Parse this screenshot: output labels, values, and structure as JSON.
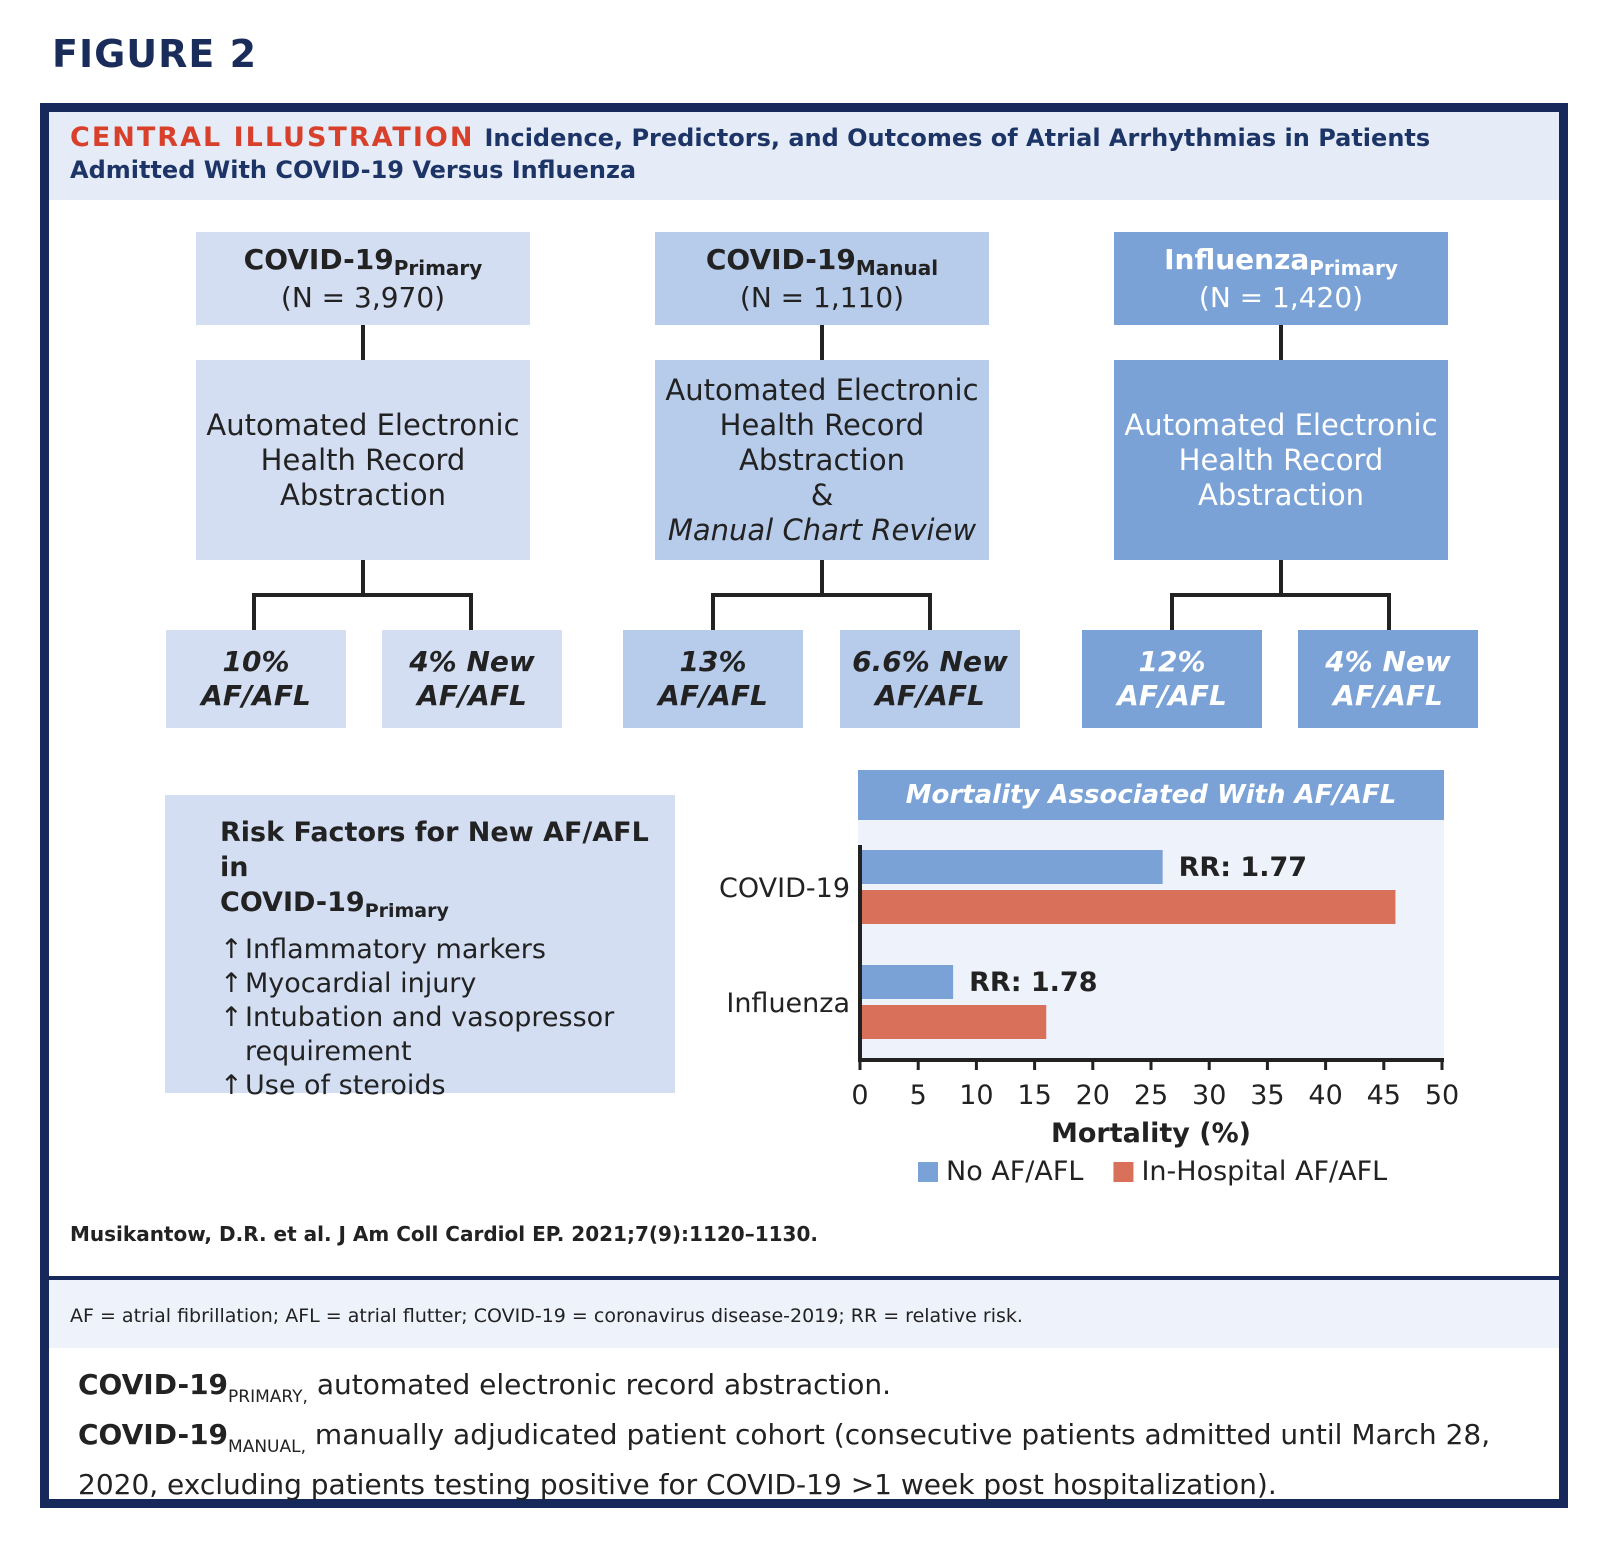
{
  "figure_label": "FIGURE 2",
  "header": {
    "tag": "CENTRAL ILLUSTRATION",
    "title": "Incidence, Predictors, and Outcomes of Atrial Arrhythmias in Patients Admitted With COVID-19 Versus Influenza"
  },
  "cohorts": [
    {
      "name": "COVID-19",
      "sub": "Primary",
      "n": "(N = 3,970)",
      "method_lines": [
        "Automated Electronic",
        "Health Record",
        "Abstraction"
      ],
      "results": [
        [
          "10%",
          "AF/AFL"
        ],
        [
          "4% New",
          "AF/AFL"
        ]
      ]
    },
    {
      "name": "COVID-19",
      "sub": "Manual",
      "n": "(N = 1,110)",
      "method_lines": [
        "Automated Electronic",
        "Health Record",
        "Abstraction",
        "&",
        "Manual Chart Review"
      ],
      "results": [
        [
          "13%",
          "AF/AFL"
        ],
        [
          "6.6% New",
          "AF/AFL"
        ]
      ]
    },
    {
      "name": "Influenza",
      "sub": "Primary",
      "n": "(N = 1,420)",
      "method_lines": [
        "Automated Electronic",
        "Health Record",
        "Abstraction"
      ],
      "results": [
        [
          "12%",
          "AF/AFL"
        ],
        [
          "4% New",
          "AF/AFL"
        ]
      ]
    }
  ],
  "risk": {
    "title": "Risk Factors for New AF/AFL in",
    "title2": "COVID-19",
    "title2_sub": "Primary",
    "arrow": "↑",
    "items": [
      "Inflammatory markers",
      "Myocardial injury",
      "Intubation and vasopressor requirement",
      "Use of steroids"
    ]
  },
  "chart_data": {
    "type": "bar",
    "orientation": "horizontal",
    "title": "Mortality Associated With AF/AFL",
    "categories": [
      "COVID-19",
      "Influenza"
    ],
    "series": [
      {
        "name": "No AF/AFL",
        "values": [
          26,
          8
        ],
        "color": "#7aa2d6"
      },
      {
        "name": "In-Hospital AF/AFL",
        "values": [
          46,
          16
        ],
        "color": "#d9705a"
      }
    ],
    "annotations": [
      "RR: 1.77",
      "RR: 1.78"
    ],
    "xlabel": "Mortality (%)",
    "xlim": [
      0,
      50
    ],
    "xticks": [
      0,
      5,
      10,
      15,
      20,
      25,
      30,
      35,
      40,
      45,
      50
    ],
    "legend_position": "bottom"
  },
  "citation": "Musikantow, D.R. et al. J Am Coll Cardiol EP. 2021;7(9):1120–1130.",
  "abbreviations": "AF = atrial fibrillation; AFL = atrial flutter; COVID-19 = coronavirus disease-2019; RR = relative risk.",
  "footnotes": [
    {
      "term": "COVID-19",
      "sub": "PRIMARY,",
      "text": " automated electronic record abstraction."
    },
    {
      "term": "COVID-19",
      "sub": "MANUAL,",
      "text": " manually adjudicated patient cohort (consecutive patients admitted until March 28, 2020, excluding patients testing positive for COVID-19 >1 week post hospitalization)."
    }
  ]
}
